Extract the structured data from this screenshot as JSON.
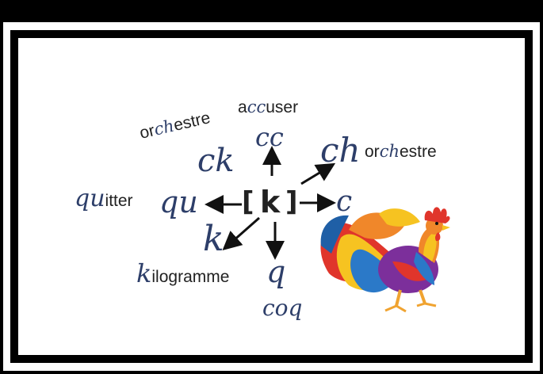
{
  "center": {
    "bracket_left": "[",
    "phoneme": "k",
    "bracket_right": "]"
  },
  "spellings": {
    "cc": "cc",
    "ch": "ch",
    "c": "c",
    "q": "q",
    "k": "k",
    "qu": "qu",
    "ck": "ck"
  },
  "examples": {
    "accuser": {
      "before": "a",
      "highlight": "cc",
      "after": "user"
    },
    "orchestre_right": {
      "before": "or",
      "highlight": "ch",
      "after": "estre"
    },
    "orchestre_left": {
      "before": "or",
      "highlight": "ch",
      "after": "estre"
    },
    "quitter": {
      "before": "",
      "highlight": "qu",
      "after": "itter"
    },
    "kilogramme": {
      "before": "",
      "highlight": "k",
      "after": "ilogramme"
    },
    "coq": {
      "before": "co",
      "highlight": "q",
      "after": ""
    }
  },
  "colors": {
    "script_blue": "#2d3e69",
    "text_dark": "#222222",
    "frame": "#000000"
  },
  "icons": [
    "rooster-icon",
    "arrow-icon"
  ]
}
